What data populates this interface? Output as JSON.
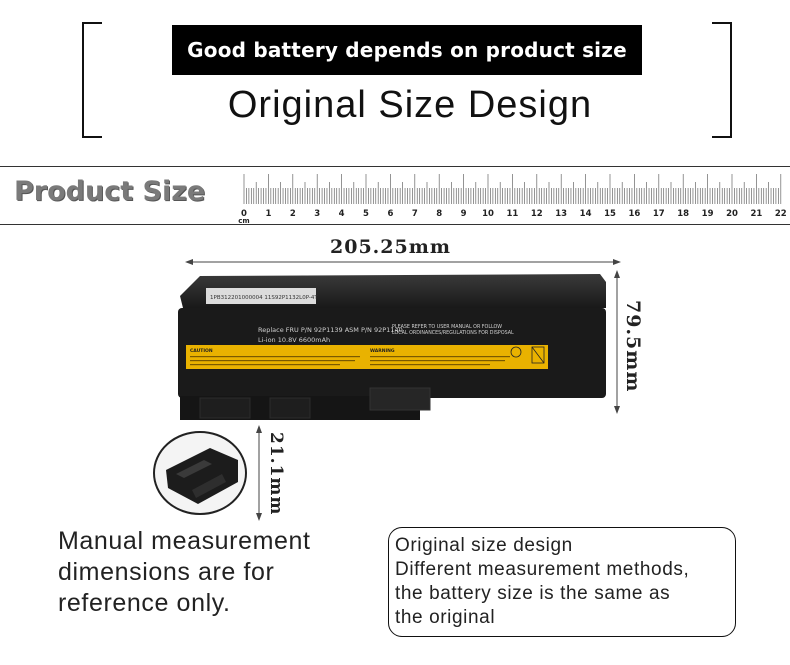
{
  "banner": {
    "text": "Good battery depends on product size"
  },
  "headline": {
    "text": "Original Size Design"
  },
  "ruler": {
    "title": "Product Size",
    "unit": "cm",
    "numbers": [
      "0",
      "1",
      "2",
      "3",
      "4",
      "5",
      "6",
      "7",
      "8",
      "9",
      "10",
      "11",
      "12",
      "13",
      "14",
      "15",
      "16",
      "17",
      "18",
      "19",
      "20",
      "21",
      "22"
    ]
  },
  "dimensions": {
    "width": "205.25mm",
    "height": "79.5mm",
    "depth": "21.1mm"
  },
  "battery_label": {
    "replace_line": "Replace FRU P/N 92P1139 ASM P/N 92P1140",
    "spec_line": "Li-ion 10.8V 6600mAh",
    "notice_line1": "PLEASE REFER TO USER MANUAL OR FOLLOW",
    "notice_line2": "LOCAL ORDINANCES/REGULATIONS FOR DISPOSAL",
    "caution": "CAUTION",
    "warning": "WARNING",
    "serial": "1PB312201000004 11S92P1132L0P-4T"
  },
  "note_left": {
    "lines": [
      "Manual measurement",
      "dimensions are for",
      "reference only."
    ]
  },
  "note_box": {
    "lines": [
      "Original size design",
      "Different measurement methods,",
      "the battery size is the same as",
      "the original"
    ]
  },
  "colors": {
    "label_yellow": "#e9b200",
    "battery_body": "#1a1a1a",
    "banner_bg": "#000000"
  }
}
